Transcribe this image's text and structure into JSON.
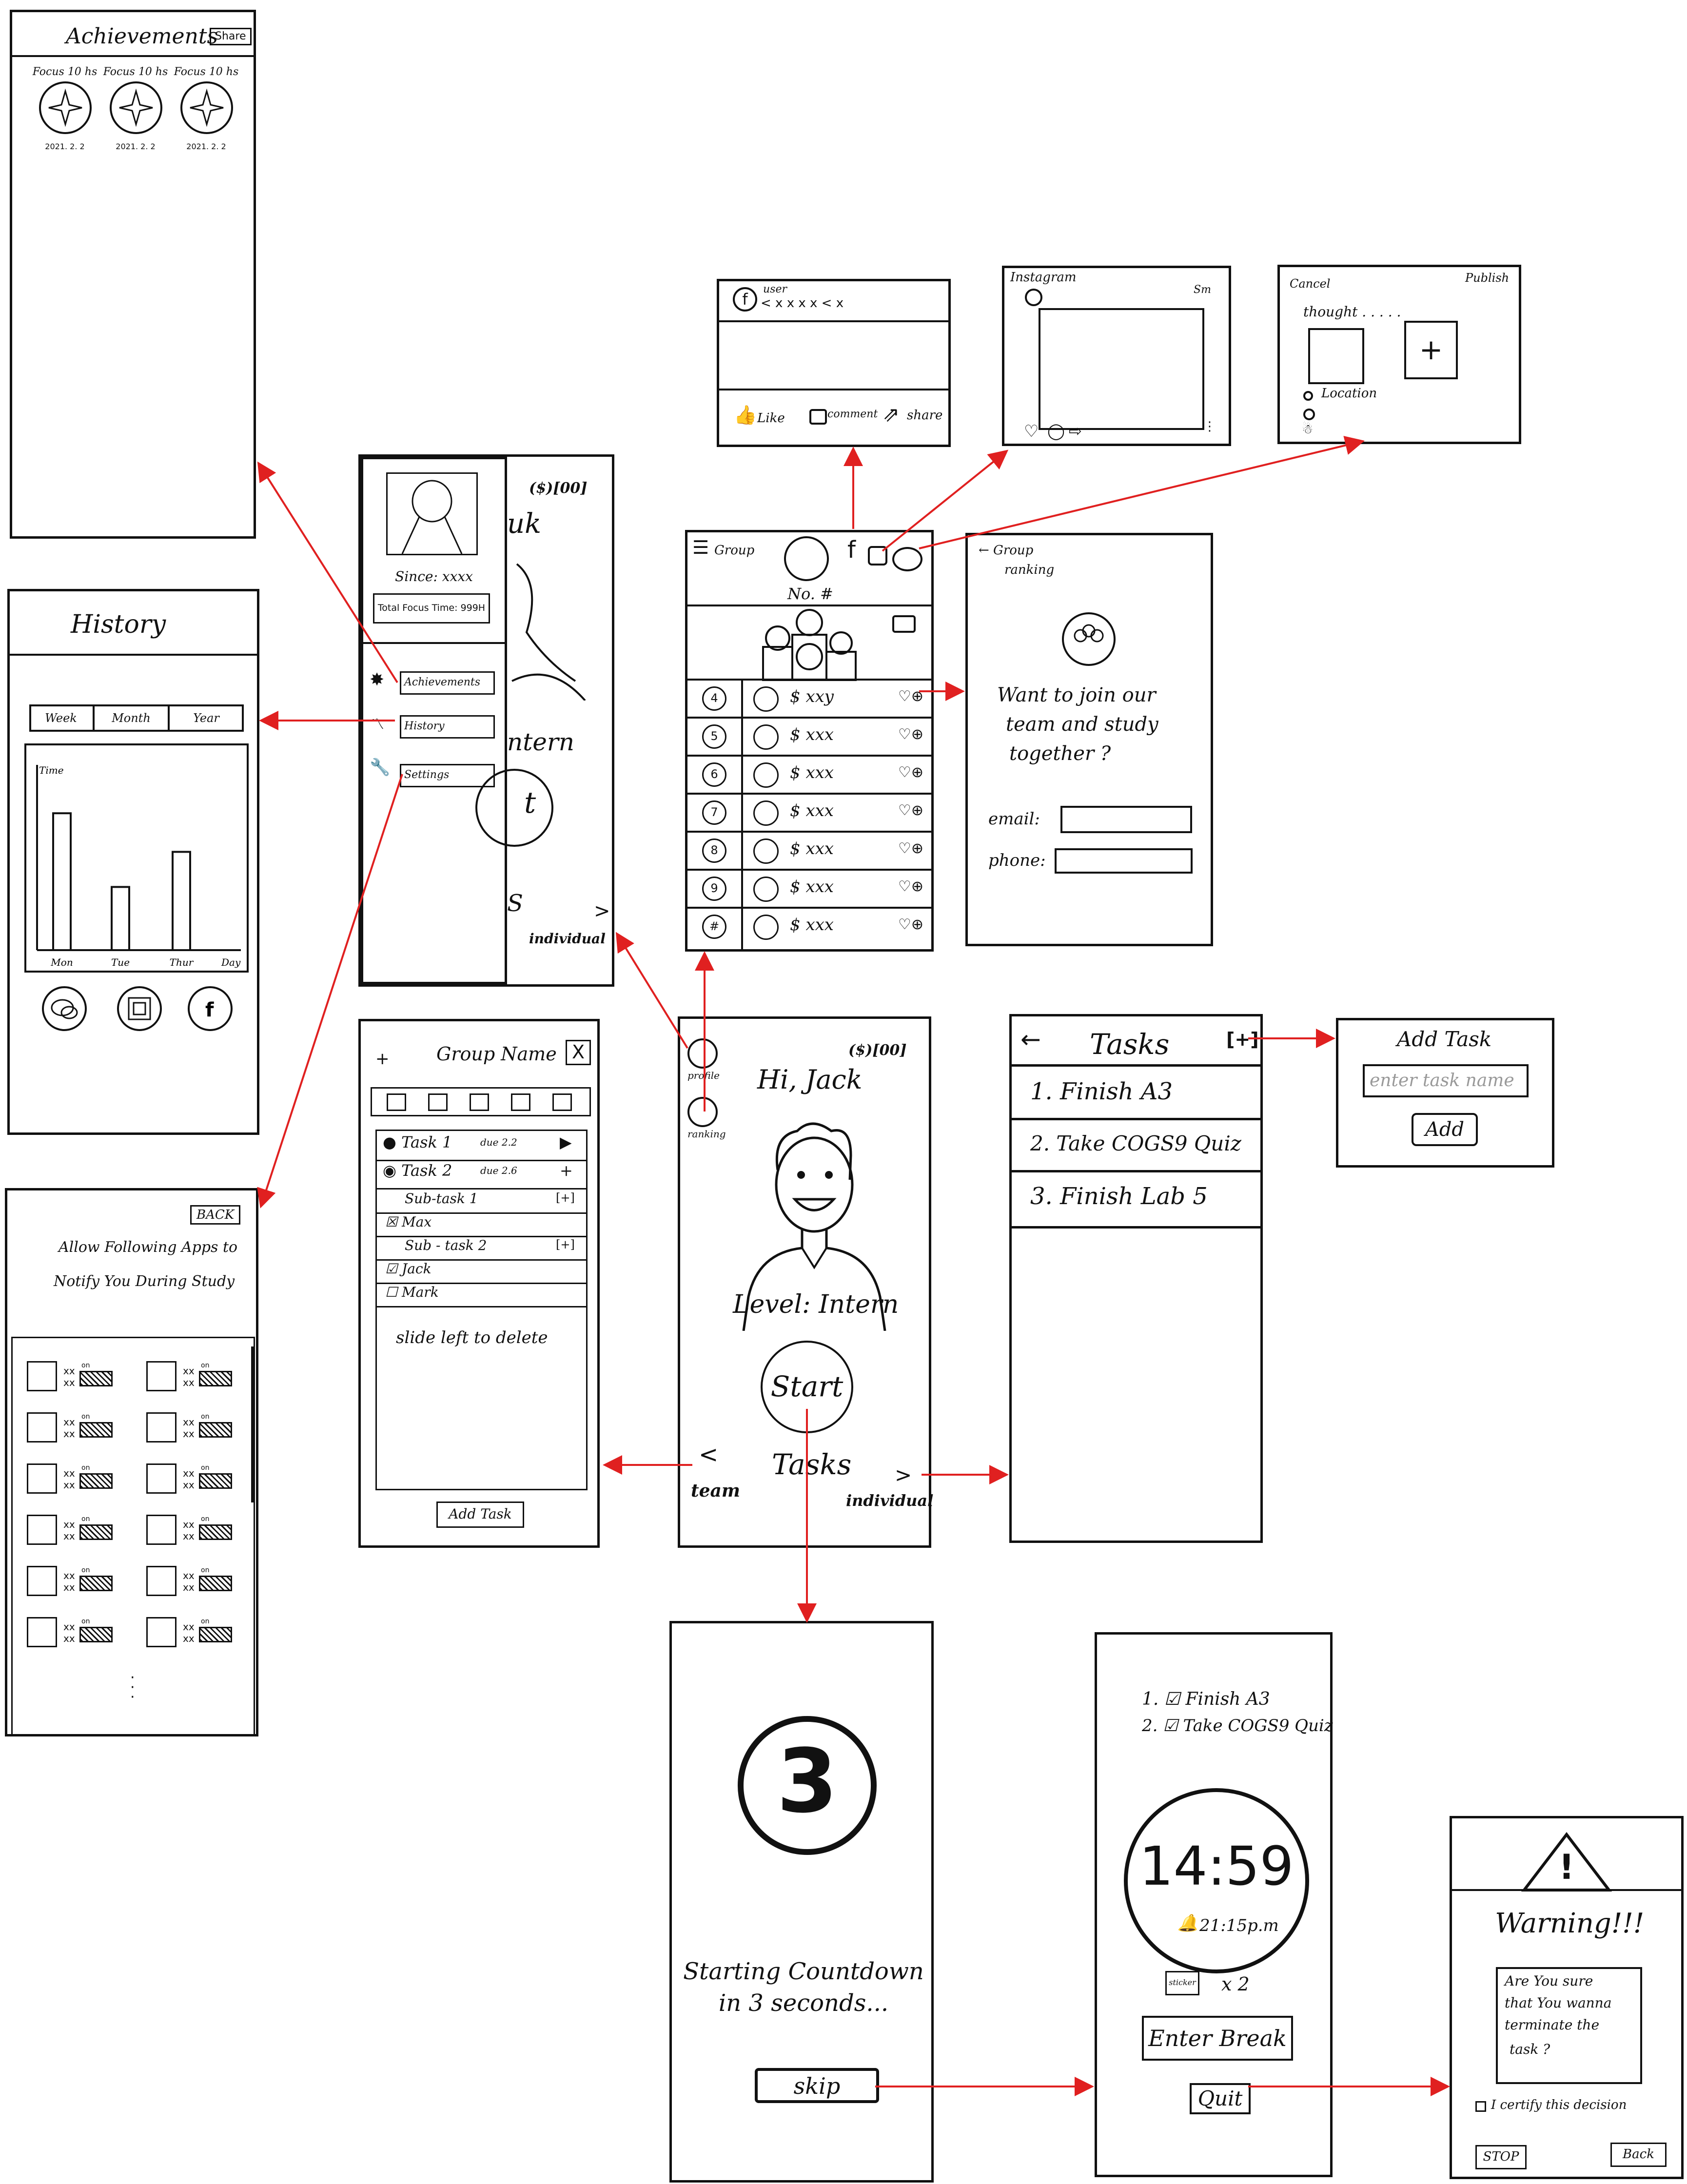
{
  "achievements": {
    "title": "Achievements",
    "share": "Share",
    "badges": [
      {
        "label": "Focus 10 hs",
        "date": "2021. 2. 2"
      },
      {
        "label": "Focus 10 hs",
        "date": "2021. 2. 2"
      },
      {
        "label": "Focus 10 hs",
        "date": "2021. 2. 2"
      }
    ]
  },
  "history": {
    "title": "History",
    "tabs": [
      "Week",
      "Month",
      "Year"
    ],
    "ylabel": "Time",
    "xlabel": "Day",
    "icons": [
      "wechat-icon",
      "instagram-icon",
      "facebook-icon"
    ]
  },
  "chart_data": {
    "type": "bar",
    "categories": [
      "Mon",
      "Tue",
      "Thur"
    ],
    "values": [
      0.78,
      0.36,
      0.56
    ],
    "title": "",
    "xlabel": "Day",
    "ylabel": "Time",
    "ylim": [
      0,
      1
    ],
    "grid": false
  },
  "settings": {
    "back": "BACK",
    "title_line1": "Allow Following Apps to",
    "title_line2": "Notify You During Study",
    "app_text": "xx",
    "toggle_label": "on",
    "rows": 6
  },
  "profile": {
    "since": "Since: xxxx",
    "total": "Total Focus Time: 999H",
    "menu": [
      "Achievements",
      "History",
      "Settings"
    ],
    "peek_coin": "($)[00]",
    "peek_name": "uk",
    "peek_level": "ntern",
    "peek_start": "t",
    "peek_tasks": "S",
    "peek_individual": "individual"
  },
  "group_task": {
    "plus": "+",
    "title": "Group Name",
    "close": "X",
    "tasks": [
      {
        "name": "Task 1",
        "due": "due 2.2",
        "action": "▶"
      },
      {
        "name": "Task 2",
        "due": "due 2.6",
        "action": "+"
      }
    ],
    "items": [
      {
        "name": "Sub-task 1",
        "action": "[+]"
      },
      {
        "name": "Max",
        "action": ""
      },
      {
        "name": "Sub - task 2",
        "action": "[+]"
      },
      {
        "name": "Jack",
        "action": ""
      },
      {
        "name": "Mark",
        "action": ""
      }
    ],
    "hint": "slide left to delete",
    "add": "Add Task"
  },
  "home": {
    "coin": "($)[00]",
    "greeting": "Hi, Jack",
    "profile": "profile",
    "ranking": "ranking",
    "level": "Level: Intern",
    "start": "Start",
    "tasks": "Tasks",
    "left": "<",
    "team": "team",
    "right": ">",
    "individual": "individual"
  },
  "tasks": {
    "back": "←",
    "title": "Tasks",
    "add": "[+]",
    "items": [
      "1. Finish A3",
      "2. Take COGS9 Quiz",
      "3. Finish Lab 5"
    ]
  },
  "add_task": {
    "title": "Add Task",
    "placeholder": "enter task name",
    "button": "Add"
  },
  "group": {
    "menu": "Group",
    "fb": "f",
    "rank": "No. #",
    "rows": [
      {
        "rank": "4",
        "money": "$ xxy"
      },
      {
        "rank": "5",
        "money": "$ xxx"
      },
      {
        "rank": "6",
        "money": "$ xxx"
      },
      {
        "rank": "7",
        "money": "$ xxx"
      },
      {
        "rank": "8",
        "money": "$ xxx"
      },
      {
        "rank": "9",
        "money": "$ xxx"
      },
      {
        "rank": "#",
        "money": "$ xxx"
      }
    ]
  },
  "join": {
    "back": "← Group",
    "back2": "ranking",
    "text1": "Want to join our",
    "text2": "team and study",
    "text3": "together ?",
    "email": "email:",
    "phone": "phone:"
  },
  "facebook": {
    "user": "user",
    "name": "< x x x x < x",
    "like": "Like",
    "comment": "comment",
    "share": "share"
  },
  "instagram": {
    "title": "Instagram",
    "sm": "Sm"
  },
  "post": {
    "cancel": "Cancel",
    "publish": "Publish",
    "thought": "thought . . . . .",
    "plus": "+",
    "location": "Location"
  },
  "countdown": {
    "number": "3",
    "line1": "Starting Countdown",
    "line2": "in 3 seconds...",
    "skip": "skip"
  },
  "timer": {
    "items": [
      "1. ☑ Finish A3",
      "2. ☑ Take COGS9 Quiz"
    ],
    "time": "14:59",
    "end": "21:15p.m",
    "sticker": "sticker",
    "mult": "x 2",
    "break": "Enter Break",
    "quit": "Quit"
  },
  "warning": {
    "icon": "!",
    "title": "Warning!!!",
    "text1": "Are You sure",
    "text2": "that You wanna",
    "text3": "terminate the",
    "text4": "task ?",
    "certify": "I certify this decision",
    "stop": "STOP",
    "back": "Back"
  }
}
